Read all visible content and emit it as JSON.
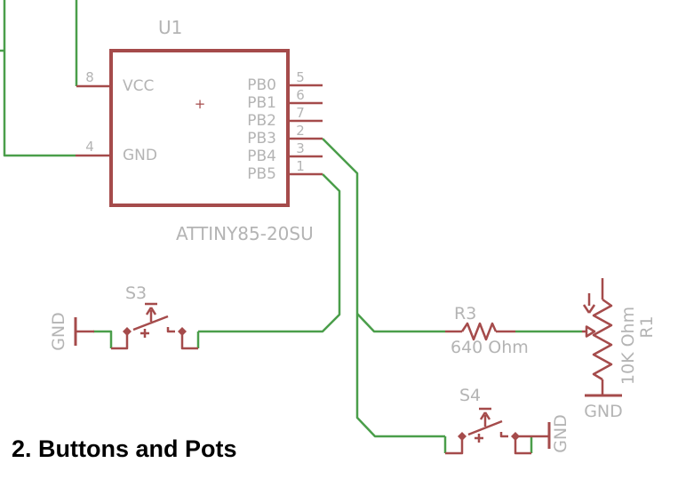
{
  "colors": {
    "wire": "#4A9E4A",
    "component": "#A54B4B",
    "label": "#B4B4B4",
    "caption": "#000000",
    "background": "#FFFFFF"
  },
  "caption": {
    "text": "2. Buttons and Pots"
  },
  "ic": {
    "ref": "U1",
    "part_number": "ATTINY85-20SU",
    "center_mark": "+",
    "left_pins": [
      {
        "num": "8",
        "name": "VCC"
      },
      {
        "num": "4",
        "name": "GND"
      }
    ],
    "right_pins": [
      {
        "num": "5",
        "name": "PB0"
      },
      {
        "num": "6",
        "name": "PB1"
      },
      {
        "num": "7",
        "name": "PB2"
      },
      {
        "num": "2",
        "name": "PB3"
      },
      {
        "num": "3",
        "name": "PB4"
      },
      {
        "num": "1",
        "name": "PB5"
      }
    ]
  },
  "switch_s3": {
    "ref": "S3",
    "gnd": "GND"
  },
  "switch_s4": {
    "ref": "S4",
    "gnd": "GND"
  },
  "resistor_r3": {
    "ref": "R3",
    "value": "640 Ohm"
  },
  "pot_r1": {
    "ref": "R1",
    "value": "10K Ohm",
    "gnd": "GND"
  }
}
